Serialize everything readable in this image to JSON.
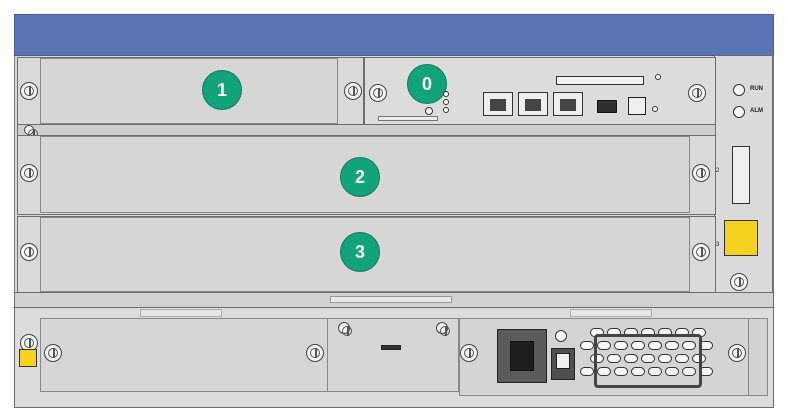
{
  "slots": {
    "slot_0": "0",
    "slot_1": "1",
    "slot_2": "2",
    "slot_3": "3"
  },
  "colors": {
    "badge": "#12a37a",
    "top_bar": "#5b74b5"
  },
  "side_labels": {
    "run": "RUN",
    "alm": "ALM",
    "num2": "2",
    "num3": "3"
  }
}
